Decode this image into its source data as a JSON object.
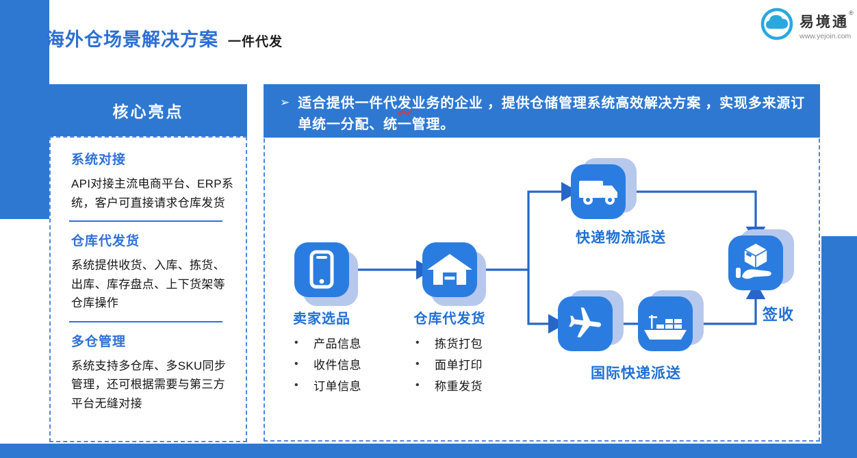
{
  "page": {
    "title": "海外仓场景解决方案",
    "subtitle": "一件代发"
  },
  "logo": {
    "name": "易境通",
    "registered": "®",
    "url": "www.yejoin.com"
  },
  "sidebar": {
    "header": "核心亮点",
    "sections": [
      {
        "title": "系统对接",
        "body": "API对接主流电商平台、ERP系统，客户可直接请求仓库发货"
      },
      {
        "title": "仓库代发货",
        "body": "系统提供收货、入库、拣货、出库、库存盘点、上下货架等仓库操作"
      },
      {
        "title": "多仓管理",
        "body": "系统支持多仓库、多SKU同步管理，还可根据需要与第三方平台无缝对接"
      }
    ]
  },
  "main": {
    "note": {
      "marker": "➢",
      "part1": "适合提供一件代",
      "highlight": "发",
      "part2": "业务的企业 ，提供仓储管理系统高效解决方案 ，实现多来源订单统一分配、统一管理。"
    }
  },
  "flow": {
    "bullet_char": "•",
    "seller": {
      "label": "卖家选品",
      "bullets": [
        "产品信息",
        "收件信息",
        "订单信息"
      ]
    },
    "warehouse": {
      "label": "仓库代发货",
      "bullets": [
        "拣货打包",
        "面单打印",
        "称重发货"
      ]
    },
    "express": {
      "label": "快递物流派送"
    },
    "international": {
      "label": "国际快递派送"
    },
    "receive": {
      "label": "签收"
    }
  },
  "colors": {
    "primary_blue": "#2e78d2",
    "icon_blue": "#2a7ce0",
    "shadow_blue": "#b7c8ed",
    "arrow_blue": "#2766c8",
    "text_blue": "#2e6fd8",
    "logo_cyan": "#29a8e0"
  }
}
